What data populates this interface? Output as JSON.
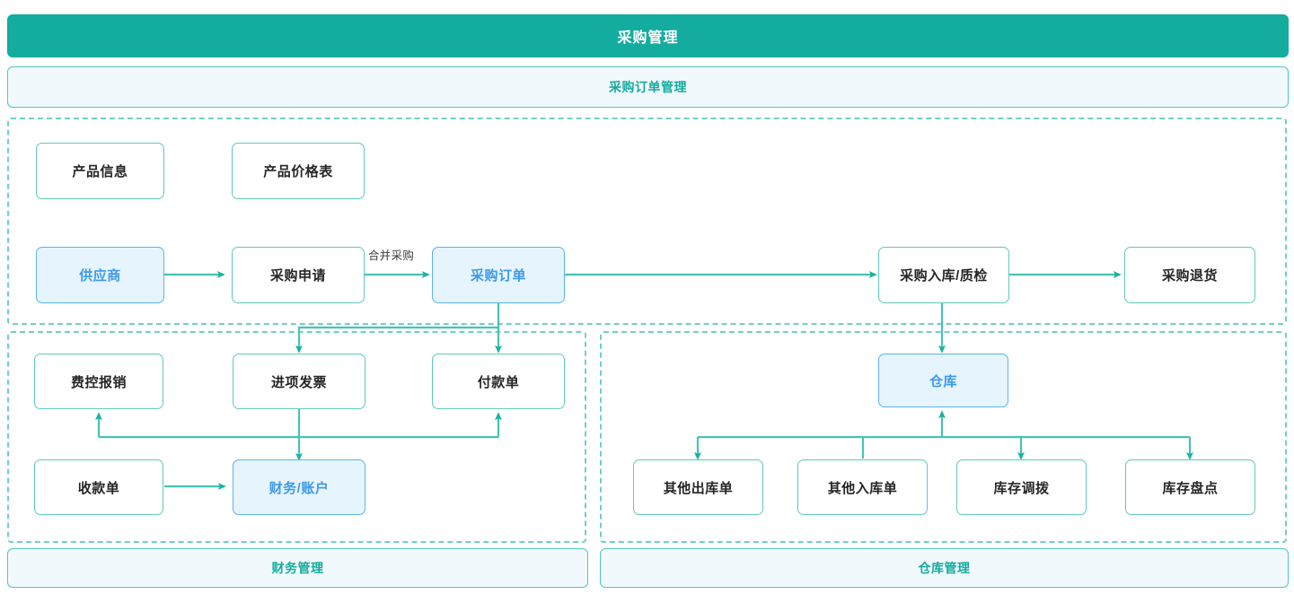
{
  "header": {
    "title": "采购管理",
    "accent": "#13ac9e"
  },
  "banners": {
    "order": "采购订单管理",
    "finance": "财务管理",
    "warehouse": "仓库管理"
  },
  "colors": {
    "teal": "#13ac9e",
    "teal_line": "#46c3b6",
    "teal_border": "#5ec9bd",
    "group_dash": "#6fd0c6",
    "blue_fill": "#e6f4fe",
    "blue_border": "#5bb2f2",
    "blue_text": "#3d9ae8",
    "banner_fill": "#f2f9fd",
    "node_text": "#262626"
  },
  "groups": [
    {
      "id": "order",
      "label": "采购订单管理"
    },
    {
      "id": "finance",
      "label": "财务管理"
    },
    {
      "id": "warehouse",
      "label": "仓库管理"
    }
  ],
  "nodes": {
    "product_info": {
      "label": "产品信息",
      "style": "plain"
    },
    "product_price": {
      "label": "产品价格表",
      "style": "plain"
    },
    "supplier": {
      "label": "供应商",
      "style": "highlight"
    },
    "purchase_request": {
      "label": "采购申请",
      "style": "plain"
    },
    "purchase_order": {
      "label": "采购订单",
      "style": "highlight"
    },
    "receipt_qc": {
      "label": "采购入库/质检",
      "style": "plain"
    },
    "purchase_return": {
      "label": "采购退货",
      "style": "plain"
    },
    "expense_claim": {
      "label": "费控报销",
      "style": "plain"
    },
    "input_invoice": {
      "label": "进项发票",
      "style": "plain"
    },
    "payment_voucher": {
      "label": "付款单",
      "style": "plain"
    },
    "receipt_voucher": {
      "label": "收款单",
      "style": "plain"
    },
    "finance_account": {
      "label": "财务/账户",
      "style": "highlight"
    },
    "warehouse": {
      "label": "仓库",
      "style": "highlight"
    },
    "other_outbound": {
      "label": "其他出库单",
      "style": "plain"
    },
    "other_inbound": {
      "label": "其他入库单",
      "style": "plain"
    },
    "stock_transfer": {
      "label": "库存调拨",
      "style": "plain"
    },
    "stock_count": {
      "label": "库存盘点",
      "style": "plain"
    }
  },
  "edge_labels": {
    "merge_purchase": "合并采购"
  },
  "edges": [
    {
      "from": "supplier",
      "to": "purchase_request",
      "label": ""
    },
    {
      "from": "purchase_request",
      "to": "purchase_order",
      "label": "合并采购"
    },
    {
      "from": "purchase_order",
      "to": "receipt_qc",
      "label": ""
    },
    {
      "from": "receipt_qc",
      "to": "purchase_return",
      "label": ""
    },
    {
      "from": "receipt_qc",
      "to": "warehouse",
      "label": ""
    },
    {
      "from": "purchase_order",
      "to": "payment_voucher",
      "label": ""
    },
    {
      "from": "purchase_order",
      "to": "input_invoice",
      "label": ""
    },
    {
      "from": "input_invoice",
      "to": "finance_account",
      "label": ""
    },
    {
      "from": "receipt_voucher",
      "to": "finance_account",
      "label": ""
    },
    {
      "from": "finance_account",
      "to": "expense_claim",
      "label": ""
    },
    {
      "from": "finance_account",
      "to": "payment_voucher",
      "label": ""
    },
    {
      "from": "warehouse",
      "to": "other_outbound",
      "label": ""
    },
    {
      "from": "other_inbound",
      "to": "warehouse",
      "label": ""
    },
    {
      "from": "warehouse",
      "to": "stock_transfer",
      "label": ""
    },
    {
      "from": "warehouse",
      "to": "stock_count",
      "label": ""
    }
  ]
}
